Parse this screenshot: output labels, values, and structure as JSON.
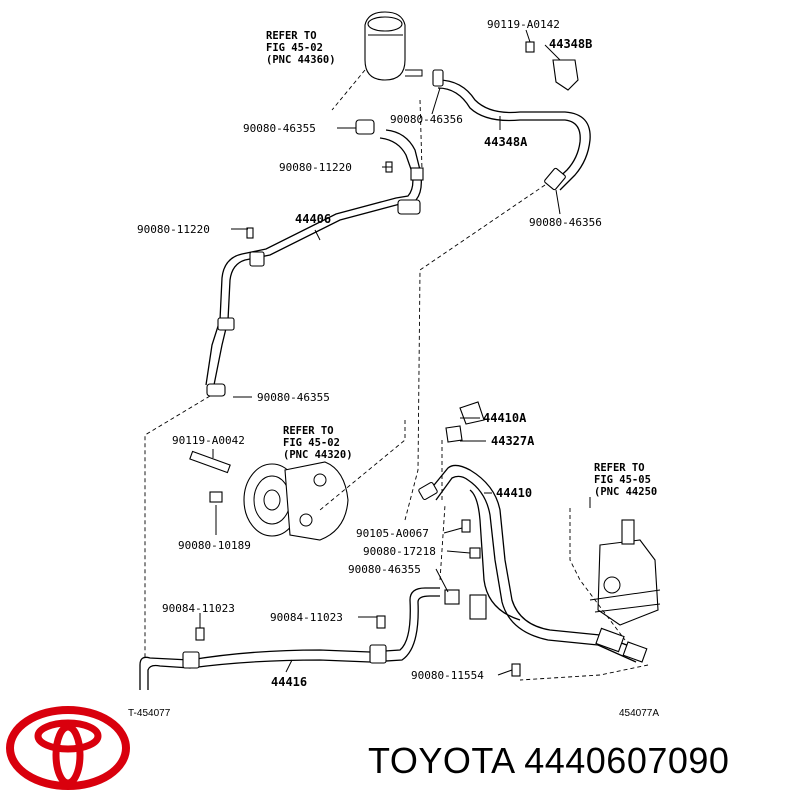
{
  "refs": {
    "r1": [
      "REFER TO",
      "FIG 45-02",
      "(PNC 44360)"
    ],
    "r2": [
      "REFER TO",
      "FIG 45-02",
      "(PNC 44320)"
    ],
    "r3": [
      "REFER TO",
      "FIG 45-05",
      "(PNC 44250"
    ]
  },
  "labels": {
    "l90119_a0142": "90119-A0142",
    "l44348b": "44348B",
    "l90080_46356_top": "90080-46356",
    "l90080_46355_top": "90080-46355",
    "l44348a": "44348A",
    "l90080_11220_a": "90080-11220",
    "l90080_46356_right": "90080-46356",
    "l44406": "44406",
    "l90080_11220_b": "90080-11220",
    "l90080_46355_mid": "90080-46355",
    "l44410a": "44410A",
    "l90119_a0042": "90119-A0042",
    "l44327a": "44327A",
    "l44410": "44410",
    "l90080_10189": "90080-10189",
    "l90105_a0067": "90105-A0067",
    "l90080_17218": "90080-17218",
    "l90080_46355_low": "90080-46355",
    "l90084_11023_a": "90084-11023",
    "l90084_11023_b": "90084-11023",
    "l44416": "44416",
    "l90080_11554": "90080-11554"
  },
  "codes": {
    "left": "T-454077",
    "right": "454077A"
  },
  "brand": {
    "name": "TOYOTA",
    "part_number": "4440607090",
    "logo_color": "#d9000d"
  }
}
